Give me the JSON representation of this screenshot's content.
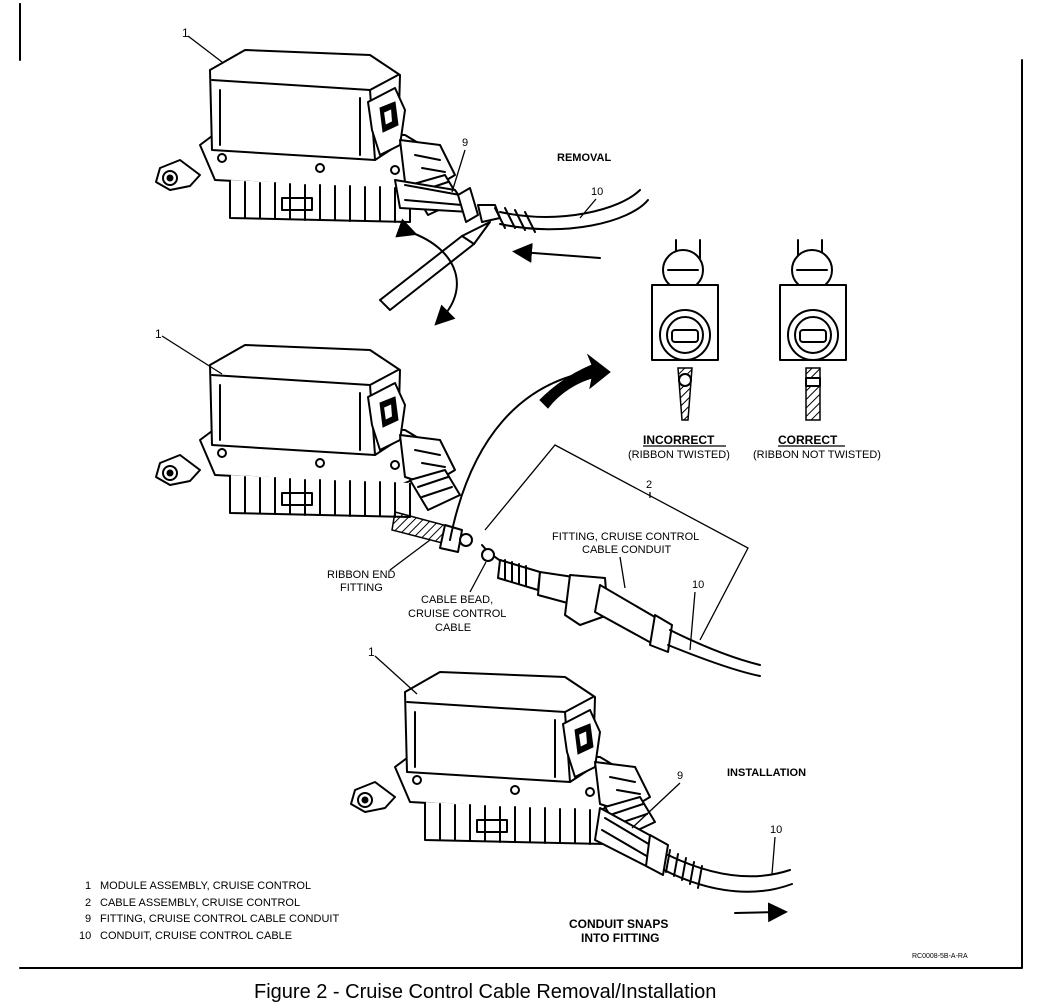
{
  "caption": "Figure 2 - Cruise Control Cable Removal/Installation",
  "ref_code": "RC0008-5B-A-RA",
  "views": {
    "removal": {
      "title": "REMOVAL",
      "callouts": [
        "1",
        "9",
        "10"
      ]
    },
    "middle": {
      "callouts": [
        "1",
        "2",
        "10"
      ],
      "ribbon_end_fitting": [
        "RIBBON END",
        "FITTING"
      ],
      "cable_bead": [
        "CABLE BEAD,",
        "CRUISE CONTROL",
        "CABLE"
      ],
      "conduit_fitting": [
        "FITTING, CRUISE CONTROL",
        "CABLE CONDUIT"
      ],
      "incorrect": {
        "title": "INCORRECT",
        "note": "(RIBBON  TWISTED)"
      },
      "correct": {
        "title": "CORRECT",
        "note": "(RIBBON NOT TWISTED)"
      }
    },
    "installation": {
      "title": "INSTALLATION",
      "callouts": [
        "1",
        "9",
        "10"
      ],
      "note": [
        "CONDUIT SNAPS",
        "INTO  FITTING"
      ]
    }
  },
  "legend": [
    {
      "num": "1",
      "text": "MODULE ASSEMBLY, CRUISE CONTROL"
    },
    {
      "num": "2",
      "text": "CABLE ASSEMBLY, CRUISE CONTROL"
    },
    {
      "num": "9",
      "text": "FITTING, CRUISE CONTROL CABLE CONDUIT"
    },
    {
      "num": "10",
      "text": "CONDUIT, CRUISE CONTROL CABLE"
    }
  ]
}
